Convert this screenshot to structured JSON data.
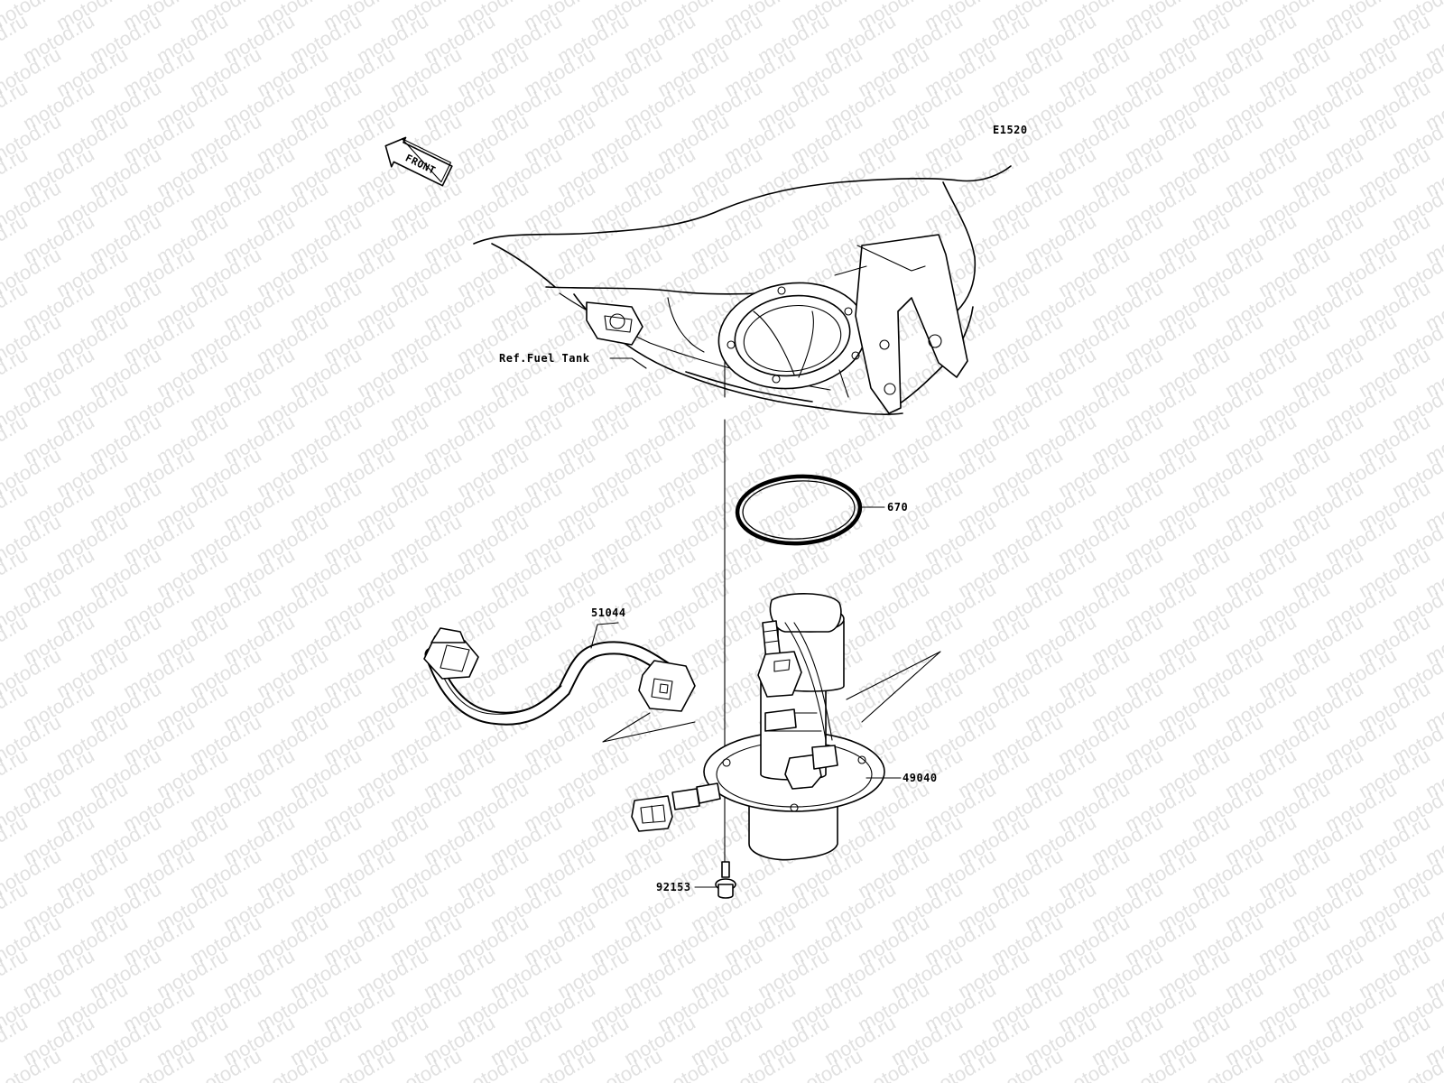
{
  "diagram": {
    "code": "E1520",
    "front_label": "FRONT",
    "watermark": "motod.ru",
    "ref_label": "Ref.Fuel Tank",
    "parts": [
      {
        "id": "gasket",
        "number": "670"
      },
      {
        "id": "harness",
        "number": "51044"
      },
      {
        "id": "pump",
        "number": "49040"
      },
      {
        "id": "bolt",
        "number": "92153"
      }
    ]
  }
}
